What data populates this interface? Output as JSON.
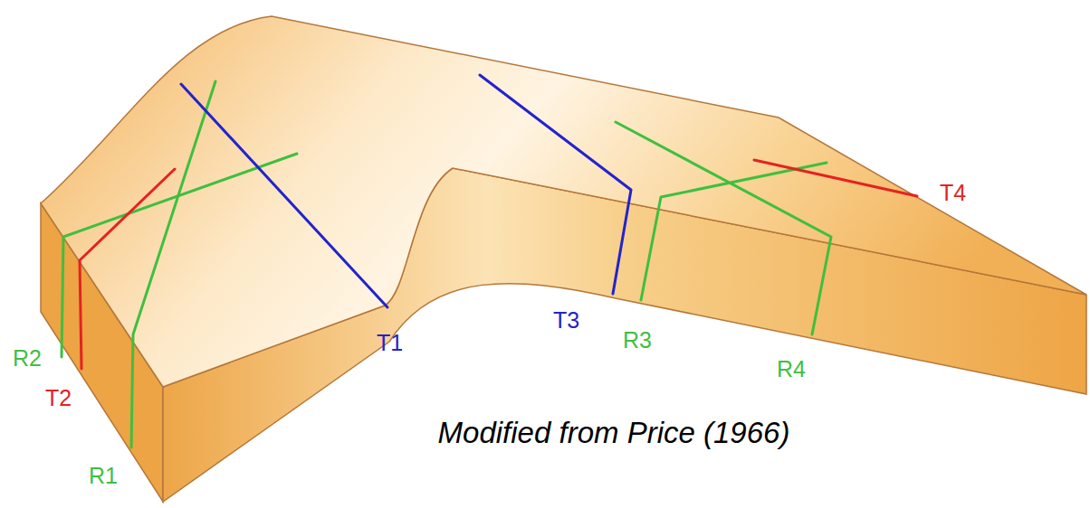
{
  "diagram": {
    "caption": "Modified from Price (1966)",
    "labels": [
      "R2",
      "T2",
      "R1",
      "T1",
      "T3",
      "R3",
      "R4",
      "T4"
    ]
  }
}
